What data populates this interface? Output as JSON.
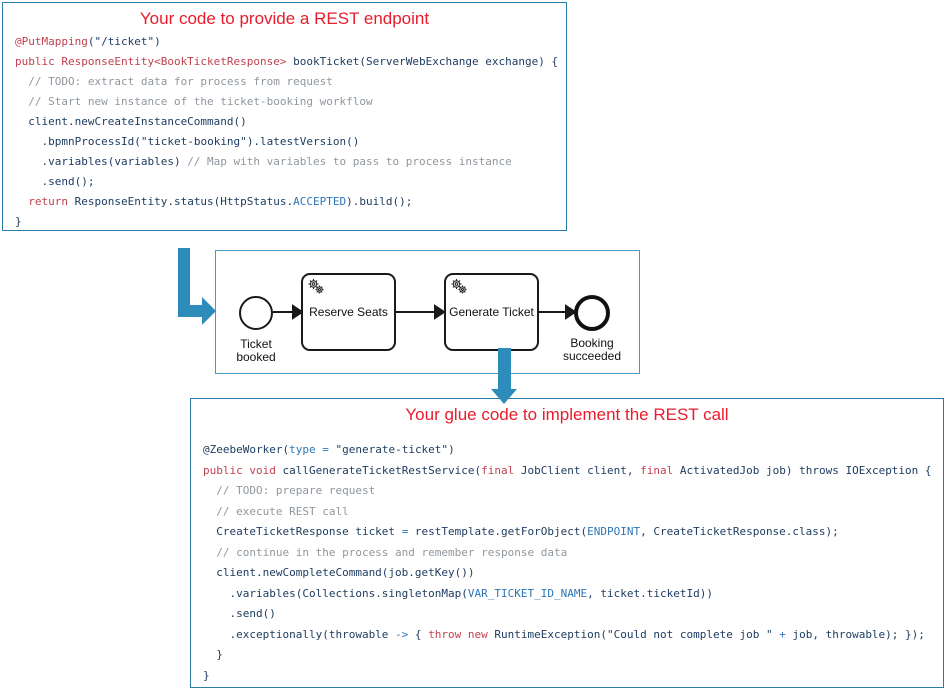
{
  "colors": {
    "title_red": "#e81c2c",
    "code_box_border": "#2a7ca6",
    "diagram_border": "#4a99c7",
    "blue_arrow": "#2e8cbb",
    "keyword_red": "#c2414f",
    "token_blue": "#2e75b6",
    "comment_gray": "#8f979e",
    "code_navy": "#1b3a5e"
  },
  "icons": {
    "gear_icon": "service-task-gears"
  },
  "top_code_block": {
    "title": "Your code to provide a REST endpoint",
    "lines": [
      [
        {
          "t": "@PutMapping",
          "c": "k"
        },
        {
          "t": "(",
          "c": "p"
        },
        {
          "t": "\"/ticket\"",
          "c": "s"
        },
        {
          "t": ")",
          "c": "p"
        }
      ],
      [
        {
          "t": "public ResponseEntity<BookTicketResponse>",
          "c": "k"
        },
        {
          "t": " bookTicket(ServerWebExchange exchange) {",
          "c": "p"
        }
      ],
      [
        {
          "t": "  // TODO: extract data for process from request",
          "c": "c"
        }
      ],
      [
        {
          "t": "  // Start new instance of the ticket-booking workflow",
          "c": "c"
        }
      ],
      [
        {
          "t": "  client.newCreateInstanceCommand()",
          "c": "p"
        }
      ],
      [
        {
          "t": "    .bpmnProcessId(",
          "c": "p"
        },
        {
          "t": "\"ticket-booking\"",
          "c": "s"
        },
        {
          "t": ").latestVersion()",
          "c": "p"
        }
      ],
      [
        {
          "t": "    .variables(variables) ",
          "c": "p"
        },
        {
          "t": "// Map with variables to pass to process instance",
          "c": "c"
        }
      ],
      [
        {
          "t": "    .send();",
          "c": "p"
        }
      ],
      [
        {
          "t": "  return",
          "c": "k"
        },
        {
          "t": " ResponseEntity.status(HttpStatus.",
          "c": "p"
        },
        {
          "t": "ACCEPTED",
          "c": "b"
        },
        {
          "t": ").build();",
          "c": "p"
        }
      ],
      [
        {
          "t": "}",
          "c": "p"
        }
      ]
    ]
  },
  "diagram": {
    "start_event_label": "Ticket\nbooked",
    "tasks": [
      {
        "label": "Reserve Seats"
      },
      {
        "label": "Generate Ticket"
      }
    ],
    "end_event_label": "Booking\nsucceeded"
  },
  "bottom_code_block": {
    "title": "Your glue code to implement the REST call",
    "lines": [
      [
        {
          "t": "@ZeebeWorker(",
          "c": "p"
        },
        {
          "t": "type",
          "c": "b"
        },
        {
          "t": " ",
          "c": "p"
        },
        {
          "t": "=",
          "c": "b"
        },
        {
          "t": " ",
          "c": "p"
        },
        {
          "t": "\"generate-ticket\"",
          "c": "s"
        },
        {
          "t": ")",
          "c": "p"
        }
      ],
      [
        {
          "t": "public void",
          "c": "k"
        },
        {
          "t": " callGenerateTicketRestService(",
          "c": "p"
        },
        {
          "t": "final",
          "c": "k"
        },
        {
          "t": " JobClient client, ",
          "c": "p"
        },
        {
          "t": "final",
          "c": "k"
        },
        {
          "t": " ActivatedJob job) throws IOException {",
          "c": "p"
        }
      ],
      [
        {
          "t": "  // TODO: prepare request",
          "c": "c"
        }
      ],
      [
        {
          "t": "  // execute REST call",
          "c": "c"
        }
      ],
      [
        {
          "t": "  CreateTicketResponse ticket ",
          "c": "p"
        },
        {
          "t": "=",
          "c": "b"
        },
        {
          "t": " restTemplate.getForObject(",
          "c": "p"
        },
        {
          "t": "ENDPOINT",
          "c": "b"
        },
        {
          "t": ", CreateTicketResponse.class);",
          "c": "p"
        }
      ],
      [
        {
          "t": "  // continue in the process and remember response data",
          "c": "c"
        }
      ],
      [
        {
          "t": "  client.newCompleteCommand(job.getKey())",
          "c": "p"
        }
      ],
      [
        {
          "t": "    .variables(Collections.singletonMap(",
          "c": "p"
        },
        {
          "t": "VAR_TICKET_ID_NAME",
          "c": "b"
        },
        {
          "t": ", ticket.ticketId))",
          "c": "p"
        }
      ],
      [
        {
          "t": "    .send()",
          "c": "p"
        }
      ],
      [
        {
          "t": "    .exceptionally(throwable ",
          "c": "p"
        },
        {
          "t": "->",
          "c": "b"
        },
        {
          "t": " { ",
          "c": "p"
        },
        {
          "t": "throw new",
          "c": "k"
        },
        {
          "t": " RuntimeException(",
          "c": "p"
        },
        {
          "t": "\"Could not complete job \"",
          "c": "s"
        },
        {
          "t": " ",
          "c": "p"
        },
        {
          "t": "+",
          "c": "b"
        },
        {
          "t": " job, throwable); });",
          "c": "p"
        }
      ],
      [
        {
          "t": "  }",
          "c": "p"
        }
      ],
      [
        {
          "t": "}",
          "c": "p"
        }
      ]
    ]
  }
}
